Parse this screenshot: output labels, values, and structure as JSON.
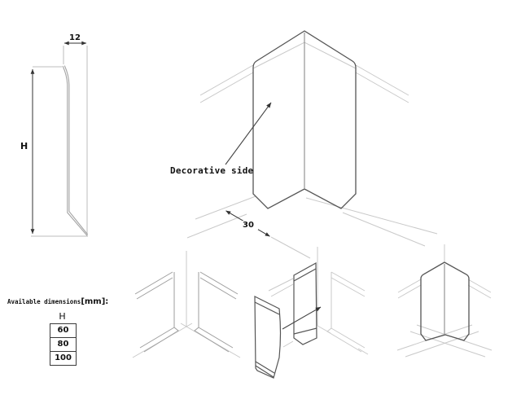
{
  "profile_view": {
    "width_dim": "12",
    "height_label": "H"
  },
  "corner_view": {
    "decorative_label": "Decorative side",
    "leg_dim": "30"
  },
  "availability": {
    "caption": "Available dimensions",
    "unit": "[mm]:",
    "column_header": "H",
    "sizes": [
      "60",
      "80",
      "100"
    ]
  },
  "colors": {
    "line_dark": "#4f4f4f",
    "line_dim": "#333333",
    "line_mid": "#9e9e9e",
    "line_light": "#c9c9c9"
  }
}
